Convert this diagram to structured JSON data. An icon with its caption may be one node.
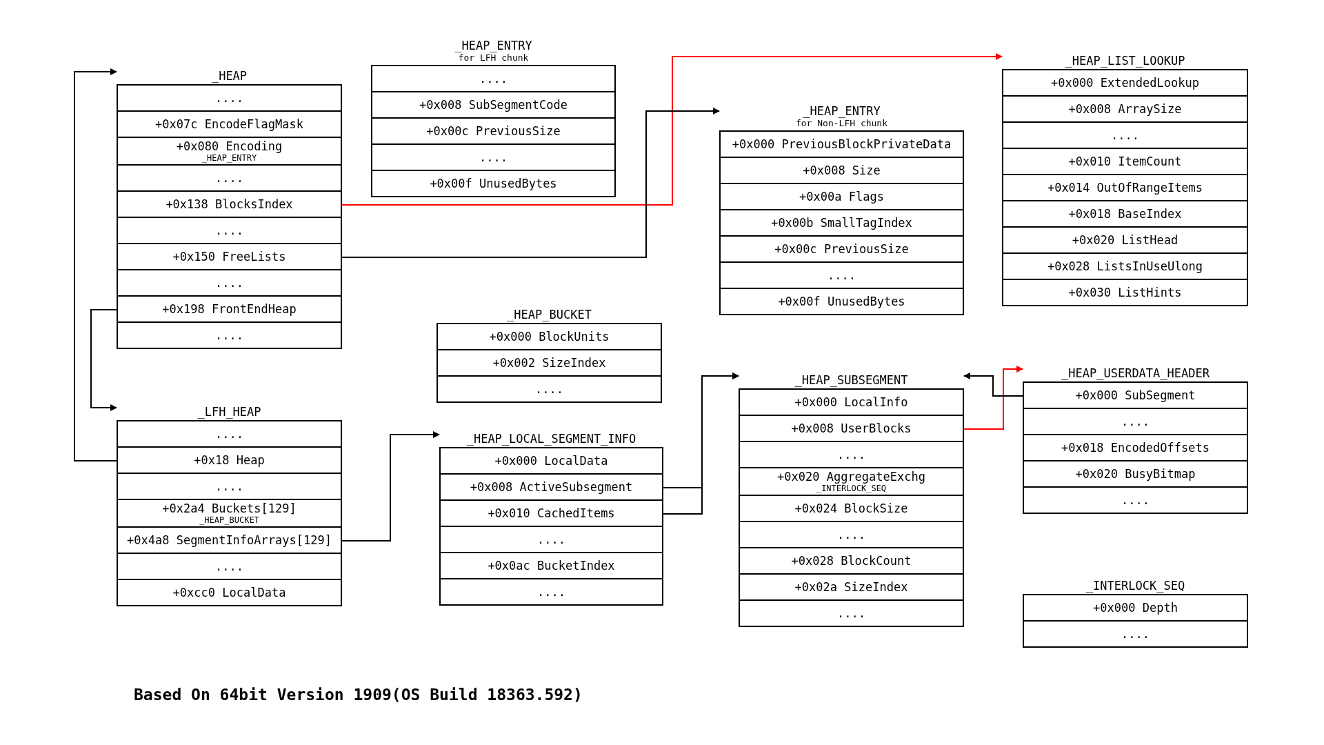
{
  "diagram": {
    "caption": "Based On 64bit Version 1909(OS Build 18363.592)",
    "nodes": [
      {
        "text": [
          "_HEAP"
        ]
      },
      {
        "text": [
          "...."
        ],
        "in": 0
      },
      {
        "text": [
          "+0x07c EncodeFlagMask"
        ],
        "in": 0
      },
      {
        "text": [
          "+0x080 Encoding",
          "_HEAP_ENTRY"
        ],
        "in": 0
      },
      {
        "text": [
          "...."
        ],
        "in": 0
      },
      {
        "text": [
          "+0x138 BlocksIndex"
        ],
        "in": 0
      },
      {
        "text": [
          "...."
        ],
        "in": 0
      },
      {
        "text": [
          "+0x150 FreeLists"
        ],
        "in": 0
      },
      {
        "text": [
          "...."
        ],
        "in": 0
      },
      {
        "text": [
          "+0x198 FrontEndHeap"
        ],
        "in": 0
      },
      {
        "text": [
          "...."
        ],
        "in": 0
      },
      {
        "text": [
          "_HEAP_ENTRY",
          "for LFH chunk"
        ]
      },
      {
        "text": [
          "...."
        ],
        "in": 11
      },
      {
        "text": [
          "+0x008 SubSegmentCode"
        ],
        "in": 11
      },
      {
        "text": [
          "+0x00c PreviousSize"
        ],
        "in": 11
      },
      {
        "text": [
          "...."
        ],
        "in": 11
      },
      {
        "text": [
          "+0x00f UnusedBytes"
        ],
        "in": 11
      },
      {
        "text": [
          "_HEAP_ENTRY",
          "for Non-LFH chunk"
        ]
      },
      {
        "text": [
          "+0x000 PreviousBlockPrivateData"
        ],
        "in": 17
      },
      {
        "text": [
          "+0x008 Size"
        ],
        "in": 17
      },
      {
        "text": [
          "+0x00a Flags"
        ],
        "in": 17
      },
      {
        "text": [
          "+0x00b SmallTagIndex"
        ],
        "in": 17
      },
      {
        "text": [
          "+0x00c PreviousSize"
        ],
        "in": 17
      },
      {
        "text": [
          "...."
        ],
        "in": 17
      },
      {
        "text": [
          "+0x00f UnusedBytes"
        ],
        "in": 17
      },
      {
        "text": [
          "_HEAP_LIST_LOOKUP"
        ]
      },
      {
        "text": [
          "+0x000 ExtendedLookup"
        ],
        "in": 25
      },
      {
        "text": [
          "+0x008 ArraySize"
        ],
        "in": 25
      },
      {
        "text": [
          "...."
        ],
        "in": 25
      },
      {
        "text": [
          "+0x010 ItemCount"
        ],
        "in": 25
      },
      {
        "text": [
          "+0x014 OutOfRangeItems"
        ],
        "in": 25
      },
      {
        "text": [
          "+0x018 BaseIndex"
        ],
        "in": 25
      },
      {
        "text": [
          "+0x020 ListHead"
        ],
        "in": 25
      },
      {
        "text": [
          "+0x028 ListsInUseUlong"
        ],
        "in": 25
      },
      {
        "text": [
          "+0x030 ListHints"
        ],
        "in": 25
      },
      {
        "text": [
          "_HEAP_BUCKET"
        ]
      },
      {
        "text": [
          "+0x000 BlockUnits"
        ],
        "in": 35
      },
      {
        "text": [
          "+0x002 SizeIndex"
        ],
        "in": 35
      },
      {
        "text": [
          "...."
        ],
        "in": 35
      },
      {
        "text": [
          "_LFH_HEAP"
        ]
      },
      {
        "text": [
          "...."
        ],
        "in": 39
      },
      {
        "text": [
          "+0x18 Heap"
        ],
        "in": 39
      },
      {
        "text": [
          "...."
        ],
        "in": 39
      },
      {
        "text": [
          "+0x2a4 Buckets[129]",
          "_HEAP_BUCKET"
        ],
        "in": 39
      },
      {
        "text": [
          "+0x4a8 SegmentInfoArrays[129]"
        ],
        "in": 39
      },
      {
        "text": [
          "...."
        ],
        "in": 39
      },
      {
        "text": [
          "+0xcc0 LocalData"
        ],
        "in": 39
      },
      {
        "text": [
          "_HEAP_LOCAL_SEGMENT_INFO"
        ]
      },
      {
        "text": [
          "+0x000 LocalData"
        ],
        "in": 47
      },
      {
        "text": [
          "+0x008 ActiveSubsegment"
        ],
        "in": 47
      },
      {
        "text": [
          "+0x010 CachedItems"
        ],
        "in": 47
      },
      {
        "text": [
          "...."
        ],
        "in": 47
      },
      {
        "text": [
          "+0x0ac BucketIndex"
        ],
        "in": 47
      },
      {
        "text": [
          "...."
        ],
        "in": 47
      },
      {
        "text": [
          "_HEAP_SUBSEGMENT"
        ]
      },
      {
        "text": [
          "+0x000 LocalInfo"
        ],
        "in": 54
      },
      {
        "text": [
          "+0x008 UserBlocks"
        ],
        "in": 54
      },
      {
        "text": [
          "...."
        ],
        "in": 54
      },
      {
        "text": [
          "+0x020 AggregateExchg",
          "_INTERLOCK_SEQ"
        ],
        "in": 54
      },
      {
        "text": [
          "+0x024 BlockSize"
        ],
        "in": 54
      },
      {
        "text": [
          "...."
        ],
        "in": 54
      },
      {
        "text": [
          "+0x028 BlockCount"
        ],
        "in": 54
      },
      {
        "text": [
          "+0x02a SizeIndex"
        ],
        "in": 54
      },
      {
        "text": [
          "...."
        ],
        "in": 54
      },
      {
        "text": [
          "_HEAP_USERDATA_HEADER"
        ]
      },
      {
        "text": [
          "+0x000 SubSegment"
        ],
        "in": 64
      },
      {
        "text": [
          "...."
        ],
        "in": 64
      },
      {
        "text": [
          "+0x018 EncodedOffsets"
        ],
        "in": 64
      },
      {
        "text": [
          "+0x020 BusyBitmap"
        ],
        "in": 64
      },
      {
        "text": [
          "...."
        ],
        "in": 64
      },
      {
        "text": [
          "_INTERLOCK_SEQ"
        ]
      },
      {
        "text": [
          "+0x000 Depth"
        ],
        "in": 70
      },
      {
        "text": [
          "...."
        ],
        "in": 70
      }
    ],
    "edges": [
      {
        "from": 41,
        "to": 0,
        "arrow": "to"
      },
      {
        "from": 9,
        "to": 39,
        "arrow": "to"
      },
      {
        "from": 5,
        "to": 25,
        "arrow": "to",
        "color": "#ff0000"
      },
      {
        "from": 7,
        "to": 17,
        "arrow": "to"
      },
      {
        "from": 44,
        "to": 47,
        "arrow": "to"
      },
      {
        "from": 49,
        "to": 54,
        "arrow": "to"
      },
      {
        "from": 50,
        "to": 54,
        "arrow": "to"
      },
      {
        "from": 56,
        "to": 64,
        "arrow": "to",
        "color": "#ff0000"
      },
      {
        "from": 65,
        "to": 54,
        "arrow": "to"
      }
    ]
  }
}
